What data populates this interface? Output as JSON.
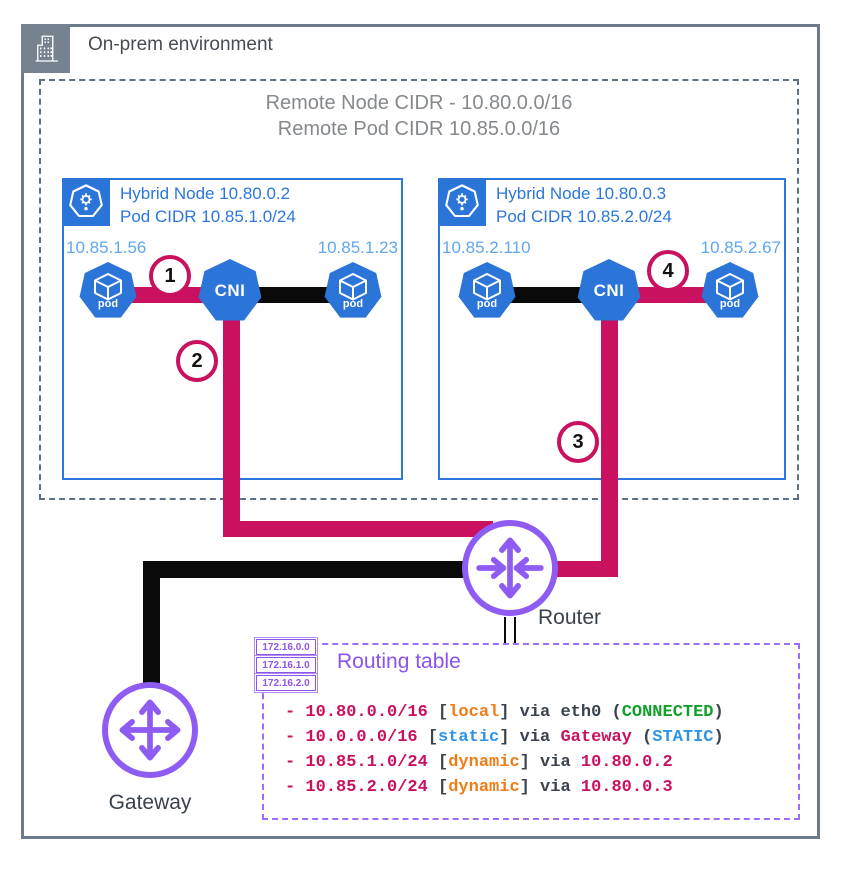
{
  "environment": {
    "title": "On-prem environment"
  },
  "cidr_heading": {
    "line1": "Remote Node CIDR - 10.80.0.0/16",
    "line2": "Remote Pod CIDR 10.85.0.0/16"
  },
  "nodes": [
    {
      "title_line1": "Hybrid Node 10.80.0.2",
      "title_line2": "Pod CIDR 10.85.1.0/24",
      "left_pod_ip": "10.85.1.56",
      "right_pod_ip": "10.85.1.23",
      "left_pod_label": "pod",
      "right_pod_label": "pod",
      "cni_label": "CNI"
    },
    {
      "title_line1": "Hybrid Node 10.80.0.3",
      "title_line2": "Pod CIDR 10.85.2.0/24",
      "left_pod_ip": "10.85.2.110",
      "right_pod_ip": "10.85.2.67",
      "left_pod_label": "pod",
      "right_pod_label": "pod",
      "cni_label": "CNI"
    }
  ],
  "badges": [
    {
      "n": "1"
    },
    {
      "n": "2"
    },
    {
      "n": "3"
    },
    {
      "n": "4"
    }
  ],
  "router": {
    "label": "Router"
  },
  "gateway": {
    "label": "Gateway"
  },
  "routing_table": {
    "title": "Routing table",
    "chips": [
      "172.16.0.0",
      "172.16.1.0",
      "172.16.2.0"
    ],
    "entries": [
      {
        "segments": [
          {
            "t": "- 10.80.0.0/16 ",
            "c": "pink"
          },
          {
            "t": "[",
            "c": "dark"
          },
          {
            "t": "local",
            "c": "orange"
          },
          {
            "t": "]",
            "c": "dark"
          },
          {
            "t": " via eth0 ",
            "c": "dark"
          },
          {
            "t": "(",
            "c": "dark"
          },
          {
            "t": "CONNECTED",
            "c": "green"
          },
          {
            "t": ")",
            "c": "dark"
          }
        ]
      },
      {
        "segments": [
          {
            "t": "- 10.0.0.0/16 ",
            "c": "pink"
          },
          {
            "t": "[",
            "c": "dark"
          },
          {
            "t": "static",
            "c": "blue"
          },
          {
            "t": "]",
            "c": "dark"
          },
          {
            "t": " via ",
            "c": "dark"
          },
          {
            "t": "Gateway",
            "c": "pink"
          },
          {
            "t": " (",
            "c": "dark"
          },
          {
            "t": "STATIC",
            "c": "blue"
          },
          {
            "t": ")",
            "c": "dark"
          }
        ]
      },
      {
        "segments": [
          {
            "t": "- 10.85.1.0/24 ",
            "c": "pink"
          },
          {
            "t": "[",
            "c": "dark"
          },
          {
            "t": "dynamic",
            "c": "orange"
          },
          {
            "t": "]",
            "c": "dark"
          },
          {
            "t": " via ",
            "c": "dark"
          },
          {
            "t": "10.80.0.2",
            "c": "pink"
          }
        ]
      },
      {
        "segments": [
          {
            "t": "- 10.85.2.0/24 ",
            "c": "pink"
          },
          {
            "t": "[",
            "c": "dark"
          },
          {
            "t": "dynamic",
            "c": "orange"
          },
          {
            "t": "]",
            "c": "dark"
          },
          {
            "t": " via ",
            "c": "dark"
          },
          {
            "t": "10.80.0.3",
            "c": "pink"
          }
        ]
      }
    ]
  },
  "colors": {
    "accent_pink": "#c9115f",
    "accent_purple": "#8f5cf3",
    "node_blue": "#2b74d8",
    "ip_blue": "#5fa8ee",
    "frame_gray": "#6e7b8a",
    "dash_slate": "#5d7183",
    "table_purple": "#9a6ff5",
    "link_black": "#0a0a0a",
    "entry_orange": "#ee7d18",
    "entry_blue": "#2e94e8",
    "entry_green": "#13a02a"
  }
}
